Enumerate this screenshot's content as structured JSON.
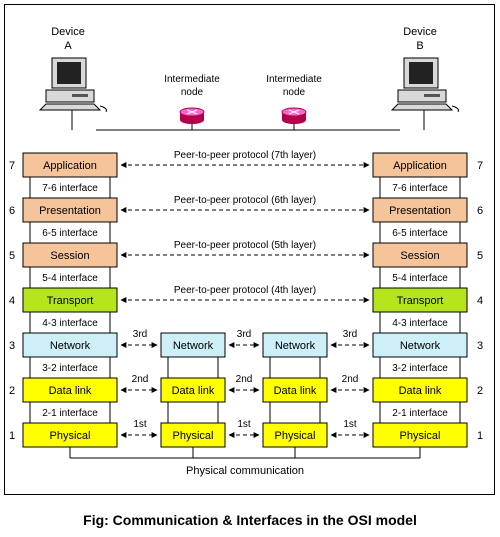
{
  "devices": {
    "a": {
      "label_line1": "Device",
      "label_line2": "A"
    },
    "b": {
      "label_line1": "Device",
      "label_line2": "B"
    }
  },
  "intermediate_nodes": [
    {
      "line1": "Intermediate",
      "line2": "node"
    },
    {
      "line1": "Intermediate",
      "line2": "node"
    }
  ],
  "layers": [
    {
      "number": "7",
      "label": "Application",
      "color": "#F5C49A"
    },
    {
      "number": "6",
      "label": "Presentation",
      "color": "#F5C49A"
    },
    {
      "number": "5",
      "label": "Session",
      "color": "#F5C49A"
    },
    {
      "number": "4",
      "label": "Transport",
      "color": "#B5E61D"
    },
    {
      "number": "3",
      "label": "Network",
      "color": "#CDEFF7"
    },
    {
      "number": "2",
      "label": "Data link",
      "color": "#FFFF00"
    },
    {
      "number": "1",
      "label": "Physical",
      "color": "#FFFF00"
    }
  ],
  "interfaces": [
    "7-6 interface",
    "6-5 interface",
    "5-4 interface",
    "4-3 interface",
    "3-2 interface",
    "2-1 interface"
  ],
  "peer_protocols": [
    "Peer-to-peer protocol (7th layer)",
    "Peer-to-peer protocol (6th layer)",
    "Peer-to-peer protocol (5th layer)",
    "Peer-to-peer protocol (4th layer)"
  ],
  "hop_labels": {
    "network": "3rd",
    "data_link": "2nd",
    "physical": "1st"
  },
  "physical_communication": "Physical communication",
  "caption": "Fig: Communication & Interfaces in the OSI model"
}
